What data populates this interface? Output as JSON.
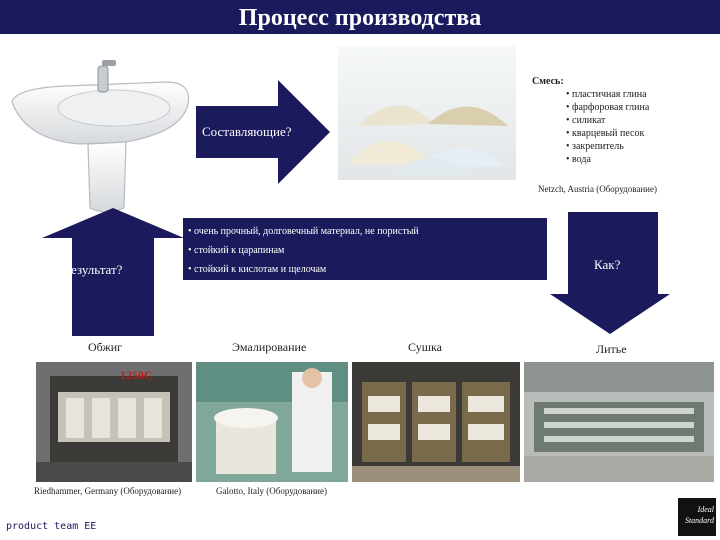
{
  "title": "Процесс производства",
  "arrows": {
    "components": "Составляющие?",
    "result": "Результат?",
    "how": "Как?"
  },
  "mixture": {
    "heading": "Смесь:",
    "items": [
      "пластичная глина",
      "фарфоровая глина",
      "силикат",
      "кварцевый песок",
      "закрепитель",
      "вода"
    ],
    "caption": "Netzch, Austria (Оборудование)"
  },
  "properties": [
    "очень прочный, долговечный материал, не пористый",
    "стойкий к царапинам",
    "стойкий к кислотам и щелочам"
  ],
  "steps": {
    "firing": "Обжиг",
    "enamel": "Эмалирование",
    "drying": "Сушка",
    "casting": "Литье"
  },
  "kiln_temp": "1250С",
  "captions": {
    "riedhammer": "Riedhammer, Germany (Оборудование)",
    "galotto": "Galotto, Italy (Оборудование)"
  },
  "footer": "product team EE",
  "logo": [
    "Ideal",
    "Standard"
  ],
  "colors": {
    "navy": "#1a1a5c",
    "kiln_label": "#c41a1a"
  }
}
